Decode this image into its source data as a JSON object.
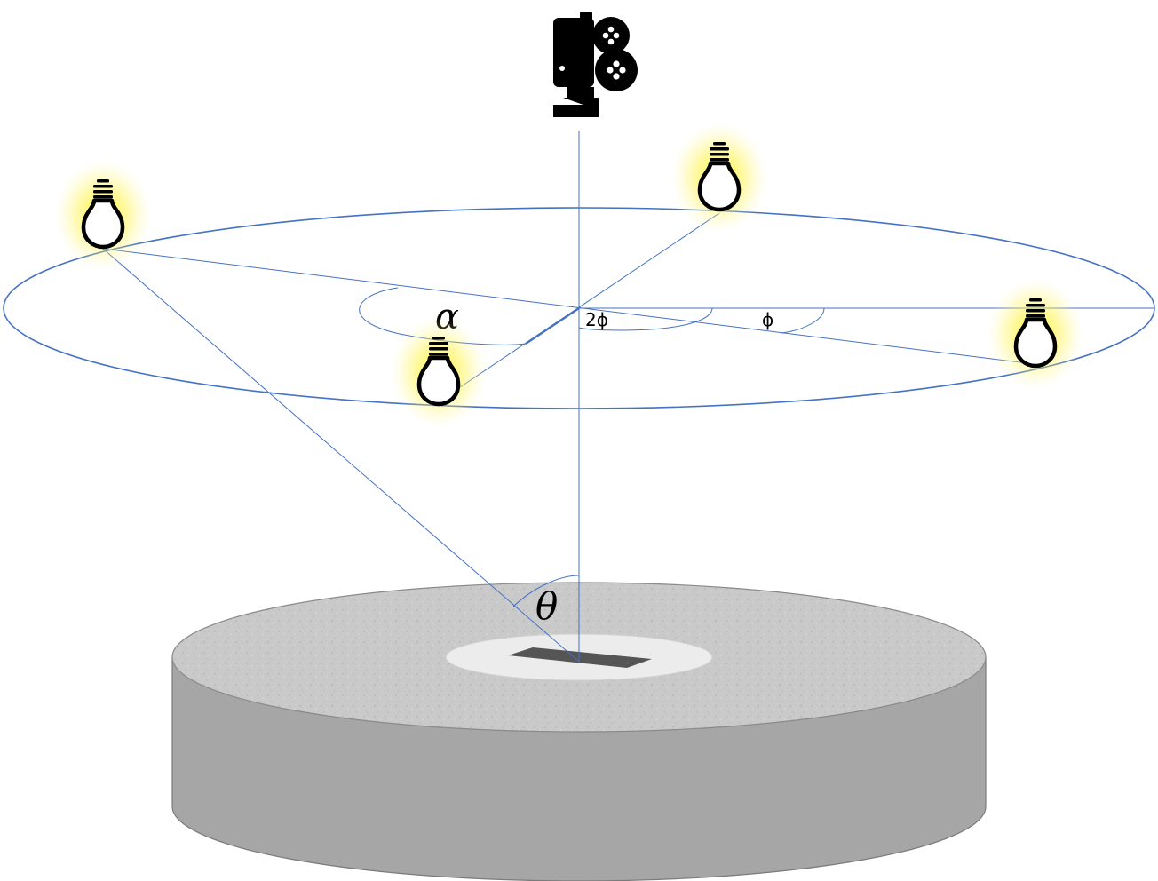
{
  "labels": {
    "alpha": "α",
    "two_phi": "2ϕ",
    "phi": "ϕ",
    "theta": "θ"
  },
  "colors": {
    "line": "#4472c4",
    "glow": "#fff200",
    "bulb_fill": "#ffffff",
    "icon": "#000000",
    "stage_top": "#c8c8c8",
    "stage_side": "#a6a6a6",
    "stage_hole": "#ececec",
    "sample": "#555555"
  },
  "icons": {
    "camera": "movie-camera-icon",
    "light": "light-bulb-icon"
  }
}
